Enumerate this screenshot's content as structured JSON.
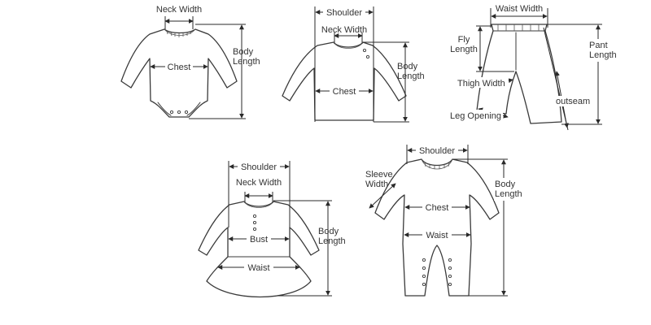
{
  "bodysuit": {
    "neck_width": "Neck Width",
    "chest": "Chest",
    "body_length": [
      "Body",
      "Length"
    ]
  },
  "long_sleeve_top": {
    "shoulder": "Shoulder",
    "neck_width": "Neck Width",
    "chest": "Chest",
    "body_length": [
      "Body",
      "Length"
    ]
  },
  "pants": {
    "waist_width": "Waist Width",
    "fly_length": [
      "Fly",
      "Length"
    ],
    "pant_length": [
      "Pant",
      "Length"
    ],
    "thigh_width": "Thigh Width",
    "outseam": "outseam",
    "leg_opening": "Leg Opening"
  },
  "dress": {
    "shoulder": "Shoulder",
    "neck_width": "Neck Width",
    "bust": "Bust",
    "waist": "Waist",
    "body_length": [
      "Body",
      "Length"
    ]
  },
  "romper": {
    "shoulder": "Shoulder",
    "sleeve_width": [
      "Sleeve",
      "Width"
    ],
    "chest": "Chest",
    "waist": "Waist",
    "body_length": [
      "Body",
      "Length"
    ]
  }
}
